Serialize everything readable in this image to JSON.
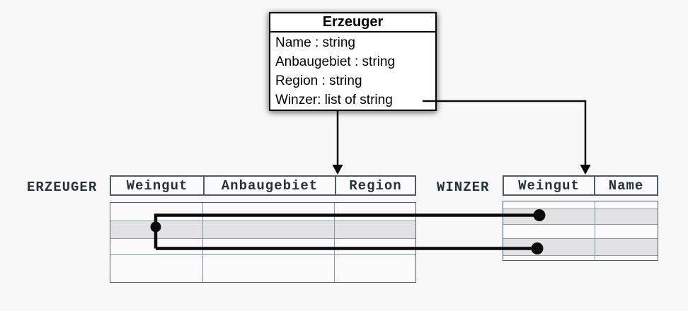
{
  "class_box": {
    "title": "Erzeuger",
    "attributes": [
      "Name : string",
      "Anbaugebiet : string",
      "Region : string",
      "Winzer: list of string"
    ]
  },
  "tables": {
    "erzeuger": {
      "label": "ERZEUGER",
      "columns": [
        "Weingut",
        "Anbaugebiet",
        "Region"
      ],
      "body_rows": 4,
      "highlighted_row_indexes": [
        1
      ]
    },
    "winzer": {
      "label": "WINZER",
      "columns": [
        "Weingut",
        "Name"
      ],
      "body_rows": 4,
      "highlighted_row_indexes": [
        1,
        3
      ]
    }
  },
  "connectors": {
    "description": "Winzer attribute maps to ERZEUGER and WINZER tables; highlighted ERZEUGER row links to two highlighted WINZER rows",
    "color": "#0a0a0a"
  },
  "colors": {
    "background": "#f8f8f8",
    "box_border": "#000000",
    "table_border": "#4d5d64",
    "grid_line": "#8a969b",
    "header_text": "#24333b",
    "row_highlight": "#e2e2e5"
  }
}
